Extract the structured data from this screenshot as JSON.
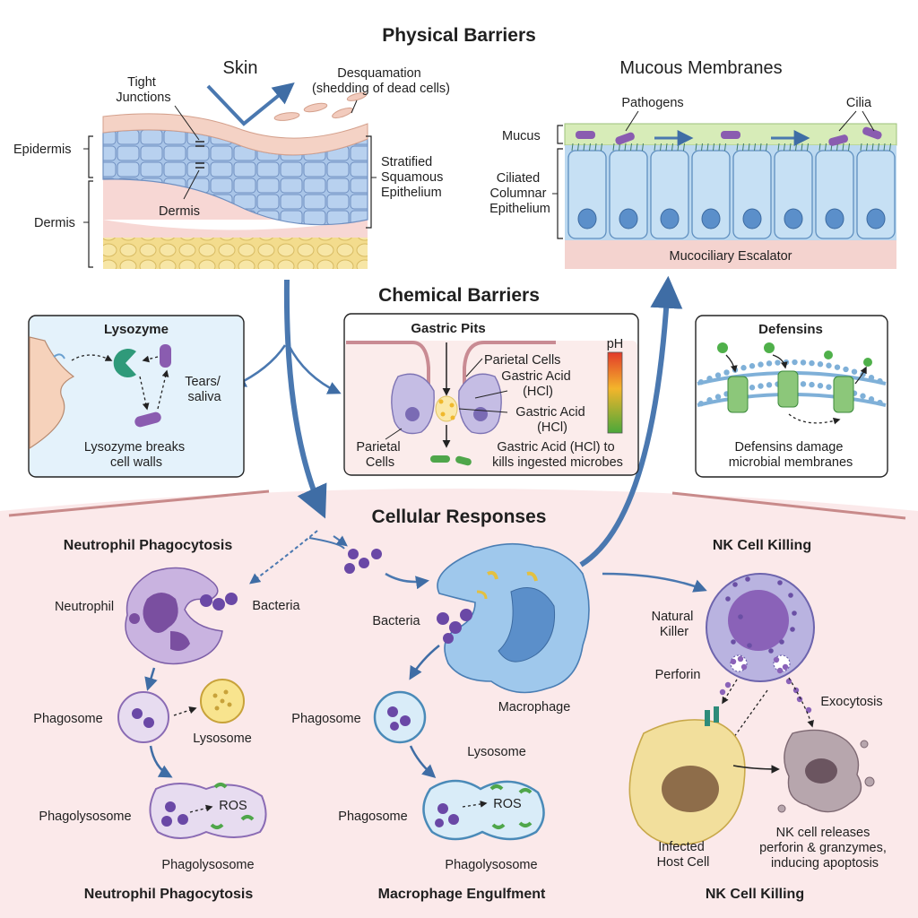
{
  "titles": {
    "physical": "Physical Barriers",
    "chemical": "Chemical Barriers",
    "cellular": "Cellular Responses"
  },
  "skin": {
    "title": "Skin",
    "tight_junctions": [
      "Tight",
      "Junctions"
    ],
    "desquamation": [
      "Desquamation",
      "(shedding of dead cells)"
    ],
    "epidermis": "Epidermis",
    "dermis_inner": "Dermis",
    "dermis_left": "Dermis",
    "stratified": [
      "Stratified",
      "Squamous",
      "Epithelium"
    ]
  },
  "mucous": {
    "title": "Mucous Membranes",
    "pathogens": "Pathogens",
    "cilia": "Cilia",
    "mucus": "Mucus",
    "ciliated": [
      "Ciliated",
      "Columnar",
      "Epithelium"
    ],
    "escalator": "Mucociliary Escalator"
  },
  "lysozyme": {
    "title": "Lysozyme",
    "tears": [
      "Tears/",
      "saliva"
    ],
    "caption": [
      "Lysozyme breaks",
      "cell walls"
    ]
  },
  "gastric": {
    "title": "Gastric Pits",
    "ph": "pH",
    "parietal_right": "Parietal Cells",
    "acid1": [
      "Gastric Acid",
      "(HCl)"
    ],
    "acid2": [
      "Gastric Acid",
      "(HCl)"
    ],
    "parietal_left": [
      "Parietal",
      "Cells"
    ],
    "caption": [
      "Gastric Acid (HCl) to",
      "kills ingested microbes"
    ]
  },
  "defensins": {
    "title": "Defensins",
    "caption": [
      "Defensins damage",
      "microbial membranes"
    ]
  },
  "neutrophil": {
    "title": "Neutrophil Phagocytosis",
    "neutrophil": "Neutrophil",
    "bacteria": "Bacteria",
    "phagosome": "Phagosome",
    "lysosome": "Lysosome",
    "phagolysosome_left": "Phagolysosome",
    "ros": "ROS",
    "phagolysosome_bottom": "Phagolysosome",
    "footer": "Neutrophil Phagocytosis"
  },
  "macrophage": {
    "bacteria": "Bacteria",
    "macrophage": "Macrophage",
    "phagosome1": "Phagosome",
    "lysosome": "Lysosome",
    "phagosome2": "Phagosome",
    "ros": "ROS",
    "phagolysosome": "Phagolysosome",
    "footer": "Macrophage Engulfment"
  },
  "nk": {
    "title": "NK Cell Killing",
    "natural_killer": [
      "Natural",
      "Killer"
    ],
    "perforin": "Perforin",
    "exocytosis": "Exocytosis",
    "infected": [
      "Infected",
      "Host Cell"
    ],
    "caption": [
      "NK cell releases",
      "perforin & granzymes,",
      "inducing apoptosis"
    ],
    "footer": "NK Cell Killing"
  },
  "colors": {
    "arrow_blue": "#4a78b0",
    "skin_blue": "#a9c5e8",
    "neutrophil_purple": "#c9b3e0",
    "macrophage_blue": "#9fc8ec",
    "nk_purple": "#b9b3e0",
    "infected_yellow": "#f2df9c",
    "apoptotic_gray": "#b7a6ad"
  }
}
